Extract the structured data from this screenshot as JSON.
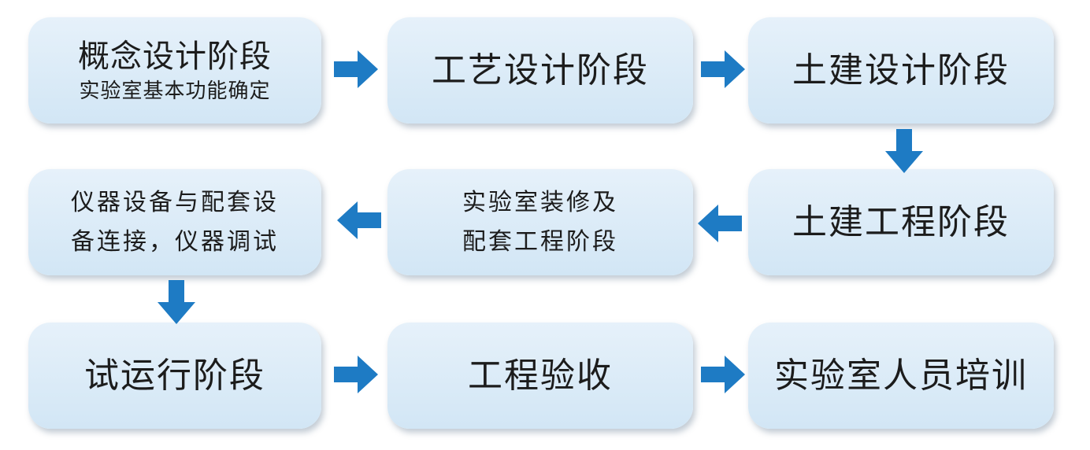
{
  "colors": {
    "box_fill": "#dbecf8",
    "arrow": "#1e7bc4",
    "text": "#1c1c1c"
  },
  "steps": [
    {
      "title": "概念设计阶段",
      "subtitle": "实验室基本功能确定"
    },
    {
      "title": "工艺设计阶段"
    },
    {
      "title": "土建设计阶段"
    },
    {
      "title": "土建工程阶段"
    },
    {
      "line1": "实验室装修及",
      "line2": "配套工程阶段"
    },
    {
      "line1": "仪器设备与配套设",
      "line2": "备连接，仪器调试"
    },
    {
      "title": "试运行阶段"
    },
    {
      "title": "工程验收"
    },
    {
      "title": "实验室人员培训"
    }
  ],
  "arrows": [
    {
      "icon": "arrow-right-icon",
      "from": 1,
      "to": 2
    },
    {
      "icon": "arrow-right-icon",
      "from": 2,
      "to": 3
    },
    {
      "icon": "arrow-down-icon",
      "from": 3,
      "to": 4
    },
    {
      "icon": "arrow-left-icon",
      "from": 4,
      "to": 5
    },
    {
      "icon": "arrow-left-icon",
      "from": 5,
      "to": 6
    },
    {
      "icon": "arrow-down-icon",
      "from": 6,
      "to": 7
    },
    {
      "icon": "arrow-right-icon",
      "from": 7,
      "to": 8
    },
    {
      "icon": "arrow-right-icon",
      "from": 8,
      "to": 9
    }
  ]
}
